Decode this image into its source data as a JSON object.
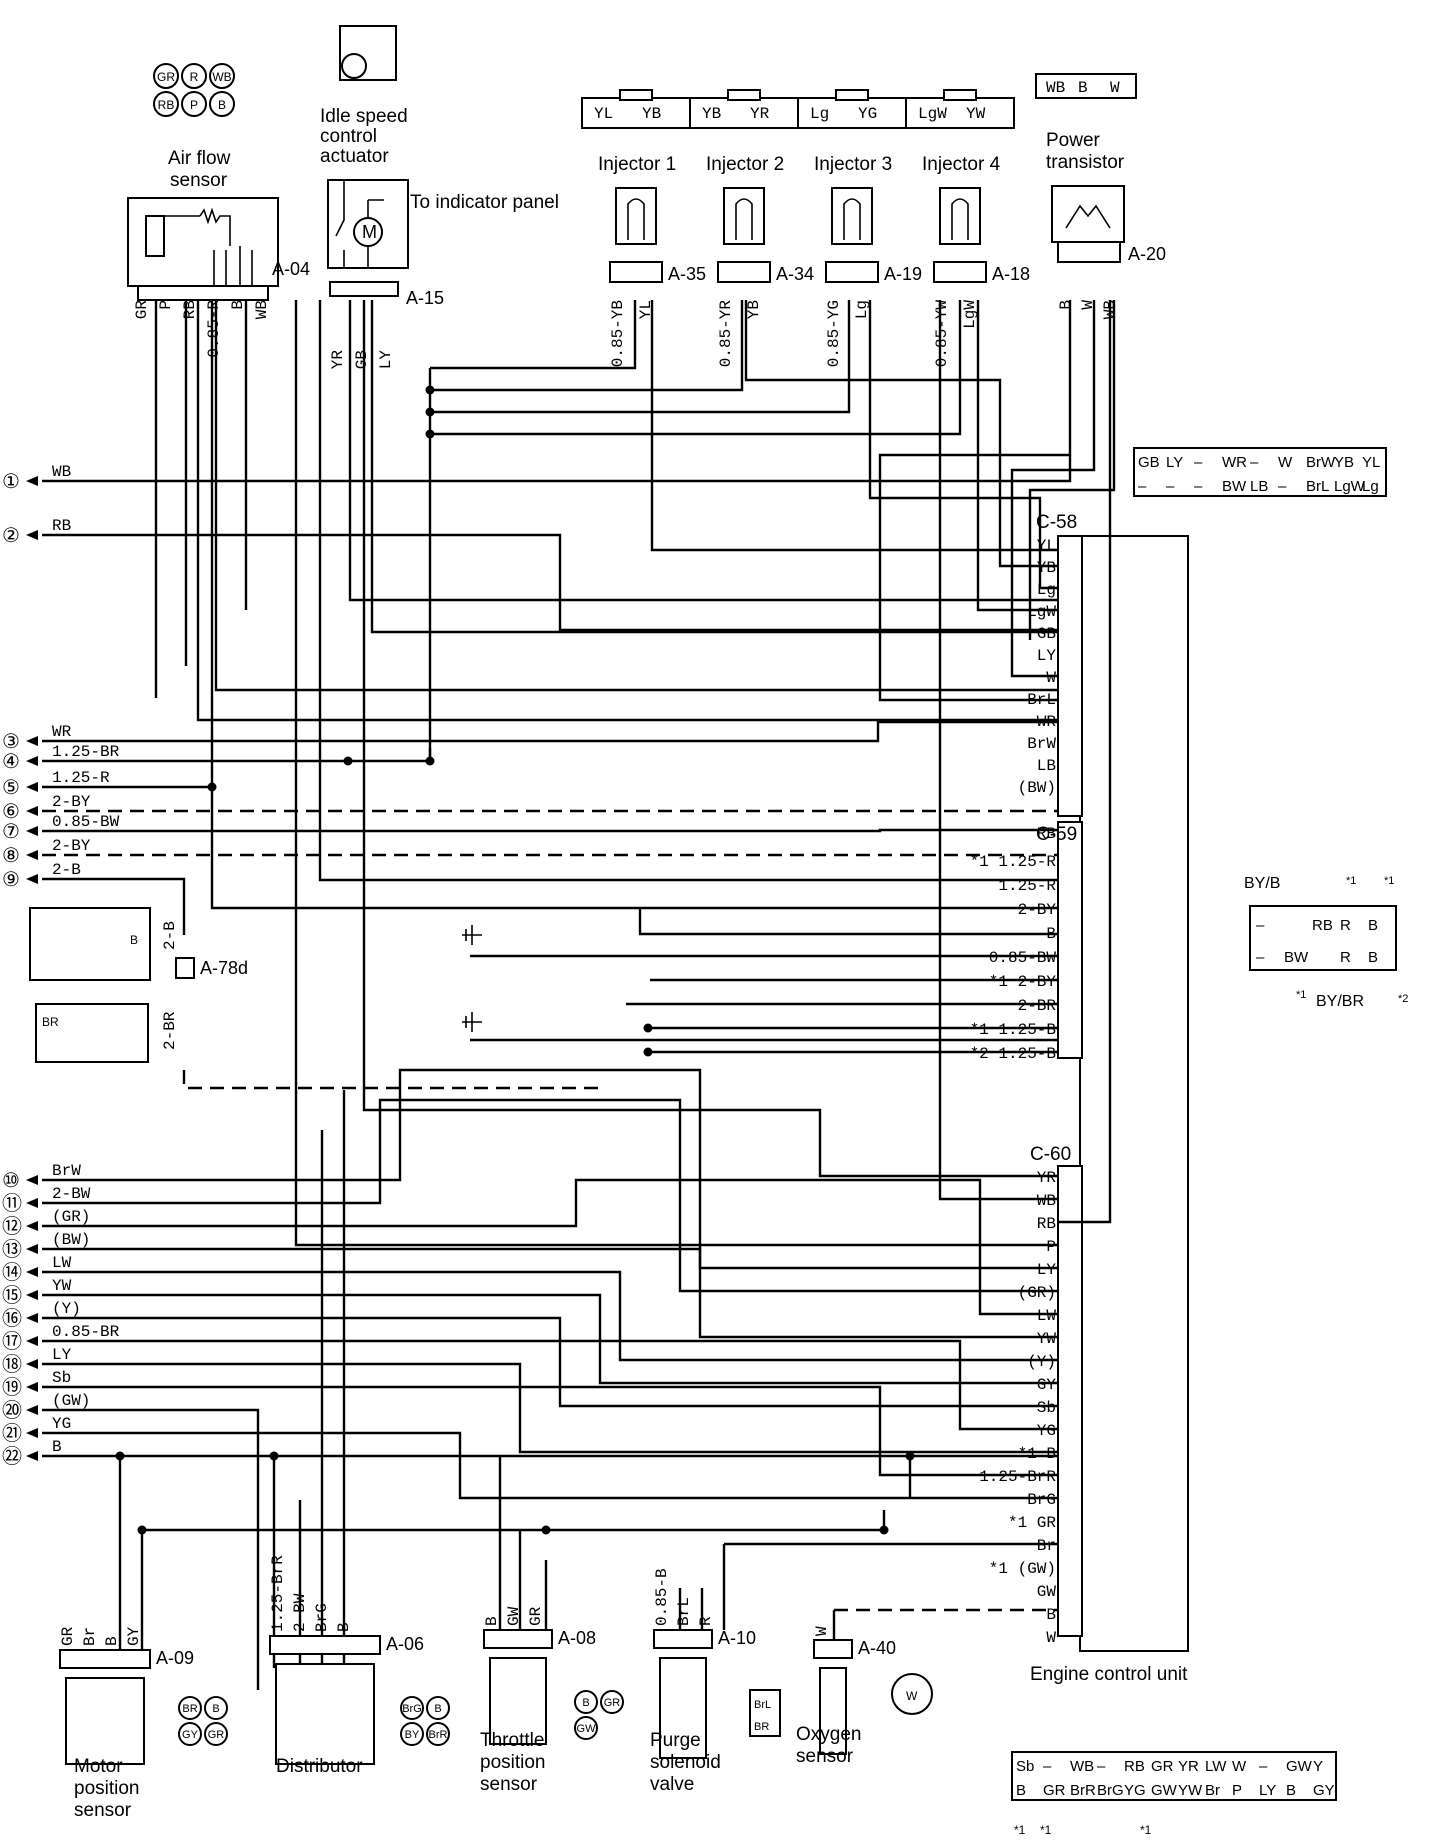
{
  "components": {
    "air_flow_sensor": {
      "name": "Air flow\nsensor",
      "connector": "A-04",
      "pins": [
        "GR",
        "R",
        "WB",
        "RB",
        "P",
        "B"
      ],
      "wires": [
        "GR",
        "P",
        "RB",
        "0.85-R",
        "B",
        "WB"
      ]
    },
    "isc_actuator": {
      "name": "Idle speed\ncontrol\nactuator",
      "connector": "A-15",
      "pins": [
        "GB",
        "LY",
        "YR"
      ],
      "wires": [
        "YR",
        "GB",
        "LY"
      ]
    },
    "indicator": {
      "name": "To indicator panel"
    },
    "injector1": {
      "name": "Injector 1",
      "connector": "A-35",
      "pins": [
        "YL",
        "YB"
      ],
      "wires": [
        "0.85-YB",
        "YL"
      ]
    },
    "injector2": {
      "name": "Injector 2",
      "connector": "A-34",
      "pins": [
        "YB",
        "YR"
      ],
      "wires": [
        "0.85-YR",
        "YB"
      ]
    },
    "injector3": {
      "name": "Injector 3",
      "connector": "A-19",
      "pins": [
        "Lg",
        "YG"
      ],
      "wires": [
        "0.85-YG",
        "Lg"
      ]
    },
    "injector4": {
      "name": "Injector 4",
      "connector": "A-18",
      "pins": [
        "LgW",
        "YW"
      ],
      "wires": [
        "0.85-YW",
        "LgW"
      ]
    },
    "power_transistor": {
      "name": "Power\ntransistor",
      "connector": "A-20",
      "pins": [
        "WB",
        "B",
        "W"
      ],
      "wires": [
        "B",
        "W",
        "WB"
      ]
    },
    "motor_position_sensor": {
      "name": "Motor\nposition\nsensor",
      "connector": "A-09",
      "pins": [
        "BR",
        "B",
        "GY",
        "GR"
      ],
      "wires": [
        "GR",
        "Br",
        "B",
        "GY"
      ]
    },
    "distributor": {
      "name": "Distributor",
      "connector": "A-06",
      "pins": [
        "BrG",
        "B",
        "BY",
        "BrR"
      ],
      "wires": [
        "1.25-BrR",
        "2-BW",
        "BrG",
        "B"
      ]
    },
    "throttle_sensor": {
      "name": "Throttle\nposition\nsensor",
      "connector": "A-08",
      "pins": [
        "B",
        "GR",
        "GW"
      ],
      "wires": [
        "B",
        "GW",
        "GR"
      ]
    },
    "purge_valve": {
      "name": "Purge\nsolenoid\nvalve",
      "connector": "A-10",
      "pins": [
        "BrL",
        "BR"
      ],
      "wires": [
        "0.85-B",
        "BrL",
        "R"
      ]
    },
    "oxygen_sensor": {
      "name": "Oxygen\nsensor",
      "connector": "A-40",
      "pins": [
        "W"
      ],
      "wires": [
        "W"
      ]
    },
    "ecu": {
      "name": "Engine control unit"
    },
    "a78d": {
      "name": "A-78d",
      "wires": [
        "2-B",
        "2-BR"
      ],
      "pins": [
        "B",
        "BR"
      ]
    }
  },
  "connectors": {
    "c58": {
      "name": "C-58",
      "labels": [
        "YL",
        "YB",
        "Lg",
        "LgW",
        "GB",
        "LY",
        "W",
        "BrL",
        "WR",
        "BrW",
        "LB",
        "(BW)"
      ],
      "face_top": [
        "GB",
        "LY",
        "–",
        "WR",
        "–",
        "W",
        "BrW",
        "YB",
        "YL"
      ],
      "face_bottom": [
        "–",
        "–",
        "–",
        "BW",
        "LB",
        "–",
        "BrL",
        "LgW",
        "Lg"
      ]
    },
    "c59": {
      "name": "C-59",
      "labels": [
        "RB",
        "*1 1.25-R",
        "1.25-R",
        "2-BY",
        "B",
        "0.85-BW",
        "*1 2-BY",
        "2-BR",
        "*1 1.25-B",
        "*2 1.25-B"
      ],
      "face": {
        "top_left": "BY/B",
        "top_right": [
          "*1",
          "*1"
        ],
        "row1": [
          "–",
          "",
          "RB",
          "R",
          "B"
        ],
        "row2": [
          "–",
          "BW",
          "",
          "R",
          "B"
        ],
        "bottom_left": "*1",
        "bottom_mid": "BY/BR",
        "bottom_right": "*2"
      }
    },
    "c60": {
      "name": "C-60",
      "labels": [
        "YR",
        "WB",
        "RB",
        "P",
        "LY",
        "(GR)",
        "LW",
        "YW",
        "(Y)",
        "GY",
        "Sb",
        "YG",
        "*1 B",
        "1.25-BrR",
        "BrG",
        "*1 GR",
        "Br",
        "*1 (GW)",
        "GW",
        "B",
        "W"
      ],
      "face_top": [
        "Sb",
        "–",
        "WB",
        "–",
        "RB",
        "GR",
        "YR",
        "LW",
        "W",
        "–",
        "GW",
        "Y"
      ],
      "face_bottom": [
        "B",
        "GR",
        "BrR",
        "BrG",
        "YG",
        "GW",
        "YW",
        "Br",
        "P",
        "LY",
        "B",
        "GY"
      ],
      "stars": [
        "*1",
        "*1",
        "*1"
      ]
    }
  },
  "terminals": [
    {
      "num": "①",
      "label": "WB"
    },
    {
      "num": "②",
      "label": "RB"
    },
    {
      "num": "③",
      "label": "WR"
    },
    {
      "num": "④",
      "label": "1.25-BR"
    },
    {
      "num": "⑤",
      "label": "1.25-R"
    },
    {
      "num": "⑥",
      "label": "2-BY"
    },
    {
      "num": "⑦",
      "label": "0.85-BW"
    },
    {
      "num": "⑧",
      "label": "2-BY"
    },
    {
      "num": "⑨",
      "label": "2-B"
    },
    {
      "num": "⑩",
      "label": "BrW"
    },
    {
      "num": "⑪",
      "label": "2-BW"
    },
    {
      "num": "⑫",
      "label": "(GR)"
    },
    {
      "num": "⑬",
      "label": "(BW)"
    },
    {
      "num": "⑭",
      "label": "LW"
    },
    {
      "num": "⑮",
      "label": "YW"
    },
    {
      "num": "⑯",
      "label": "(Y)"
    },
    {
      "num": "⑰",
      "label": "0.85-BR"
    },
    {
      "num": "⑱",
      "label": "LY"
    },
    {
      "num": "⑲",
      "label": "Sb"
    },
    {
      "num": "⑳",
      "label": "(GW)"
    },
    {
      "num": "㉑",
      "label": "YG"
    },
    {
      "num": "㉒",
      "label": "B"
    }
  ],
  "colors": {
    "ink": "#000000",
    "paper": "#ffffff"
  }
}
